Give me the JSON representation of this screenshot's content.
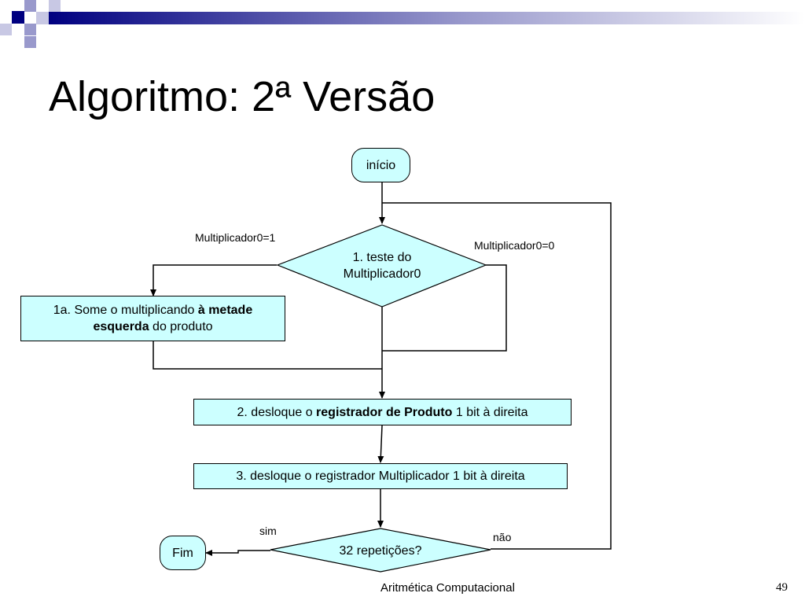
{
  "slide": {
    "title": "Algoritmo: 2ª Versão",
    "footer": "Aritmética Computacional",
    "page_number": "49",
    "colors": {
      "box_fill": "#ccffff",
      "deco_dark": "#000080",
      "deco_light": "#9999cc"
    }
  },
  "diagram": {
    "start": "início",
    "test": {
      "line1": "1. teste do",
      "line2": "Multiplicador0"
    },
    "step1a": {
      "pre": "1a. Some o multiplicando ",
      "bold": "à metade esquerda",
      "post": " do produto"
    },
    "step2": {
      "pre": "2. desloque o ",
      "bold": "registrador de Produto",
      "post": " 1 bit à direita"
    },
    "step3": "3. desloque o registrador Multiplicador 1 bit à direita",
    "check": "32 repetições?",
    "end": "Fim",
    "labels": {
      "mult_one": "Multiplicador0=1",
      "mult_zero": "Multiplicador0=0",
      "yes": "sim",
      "no": "não"
    }
  }
}
